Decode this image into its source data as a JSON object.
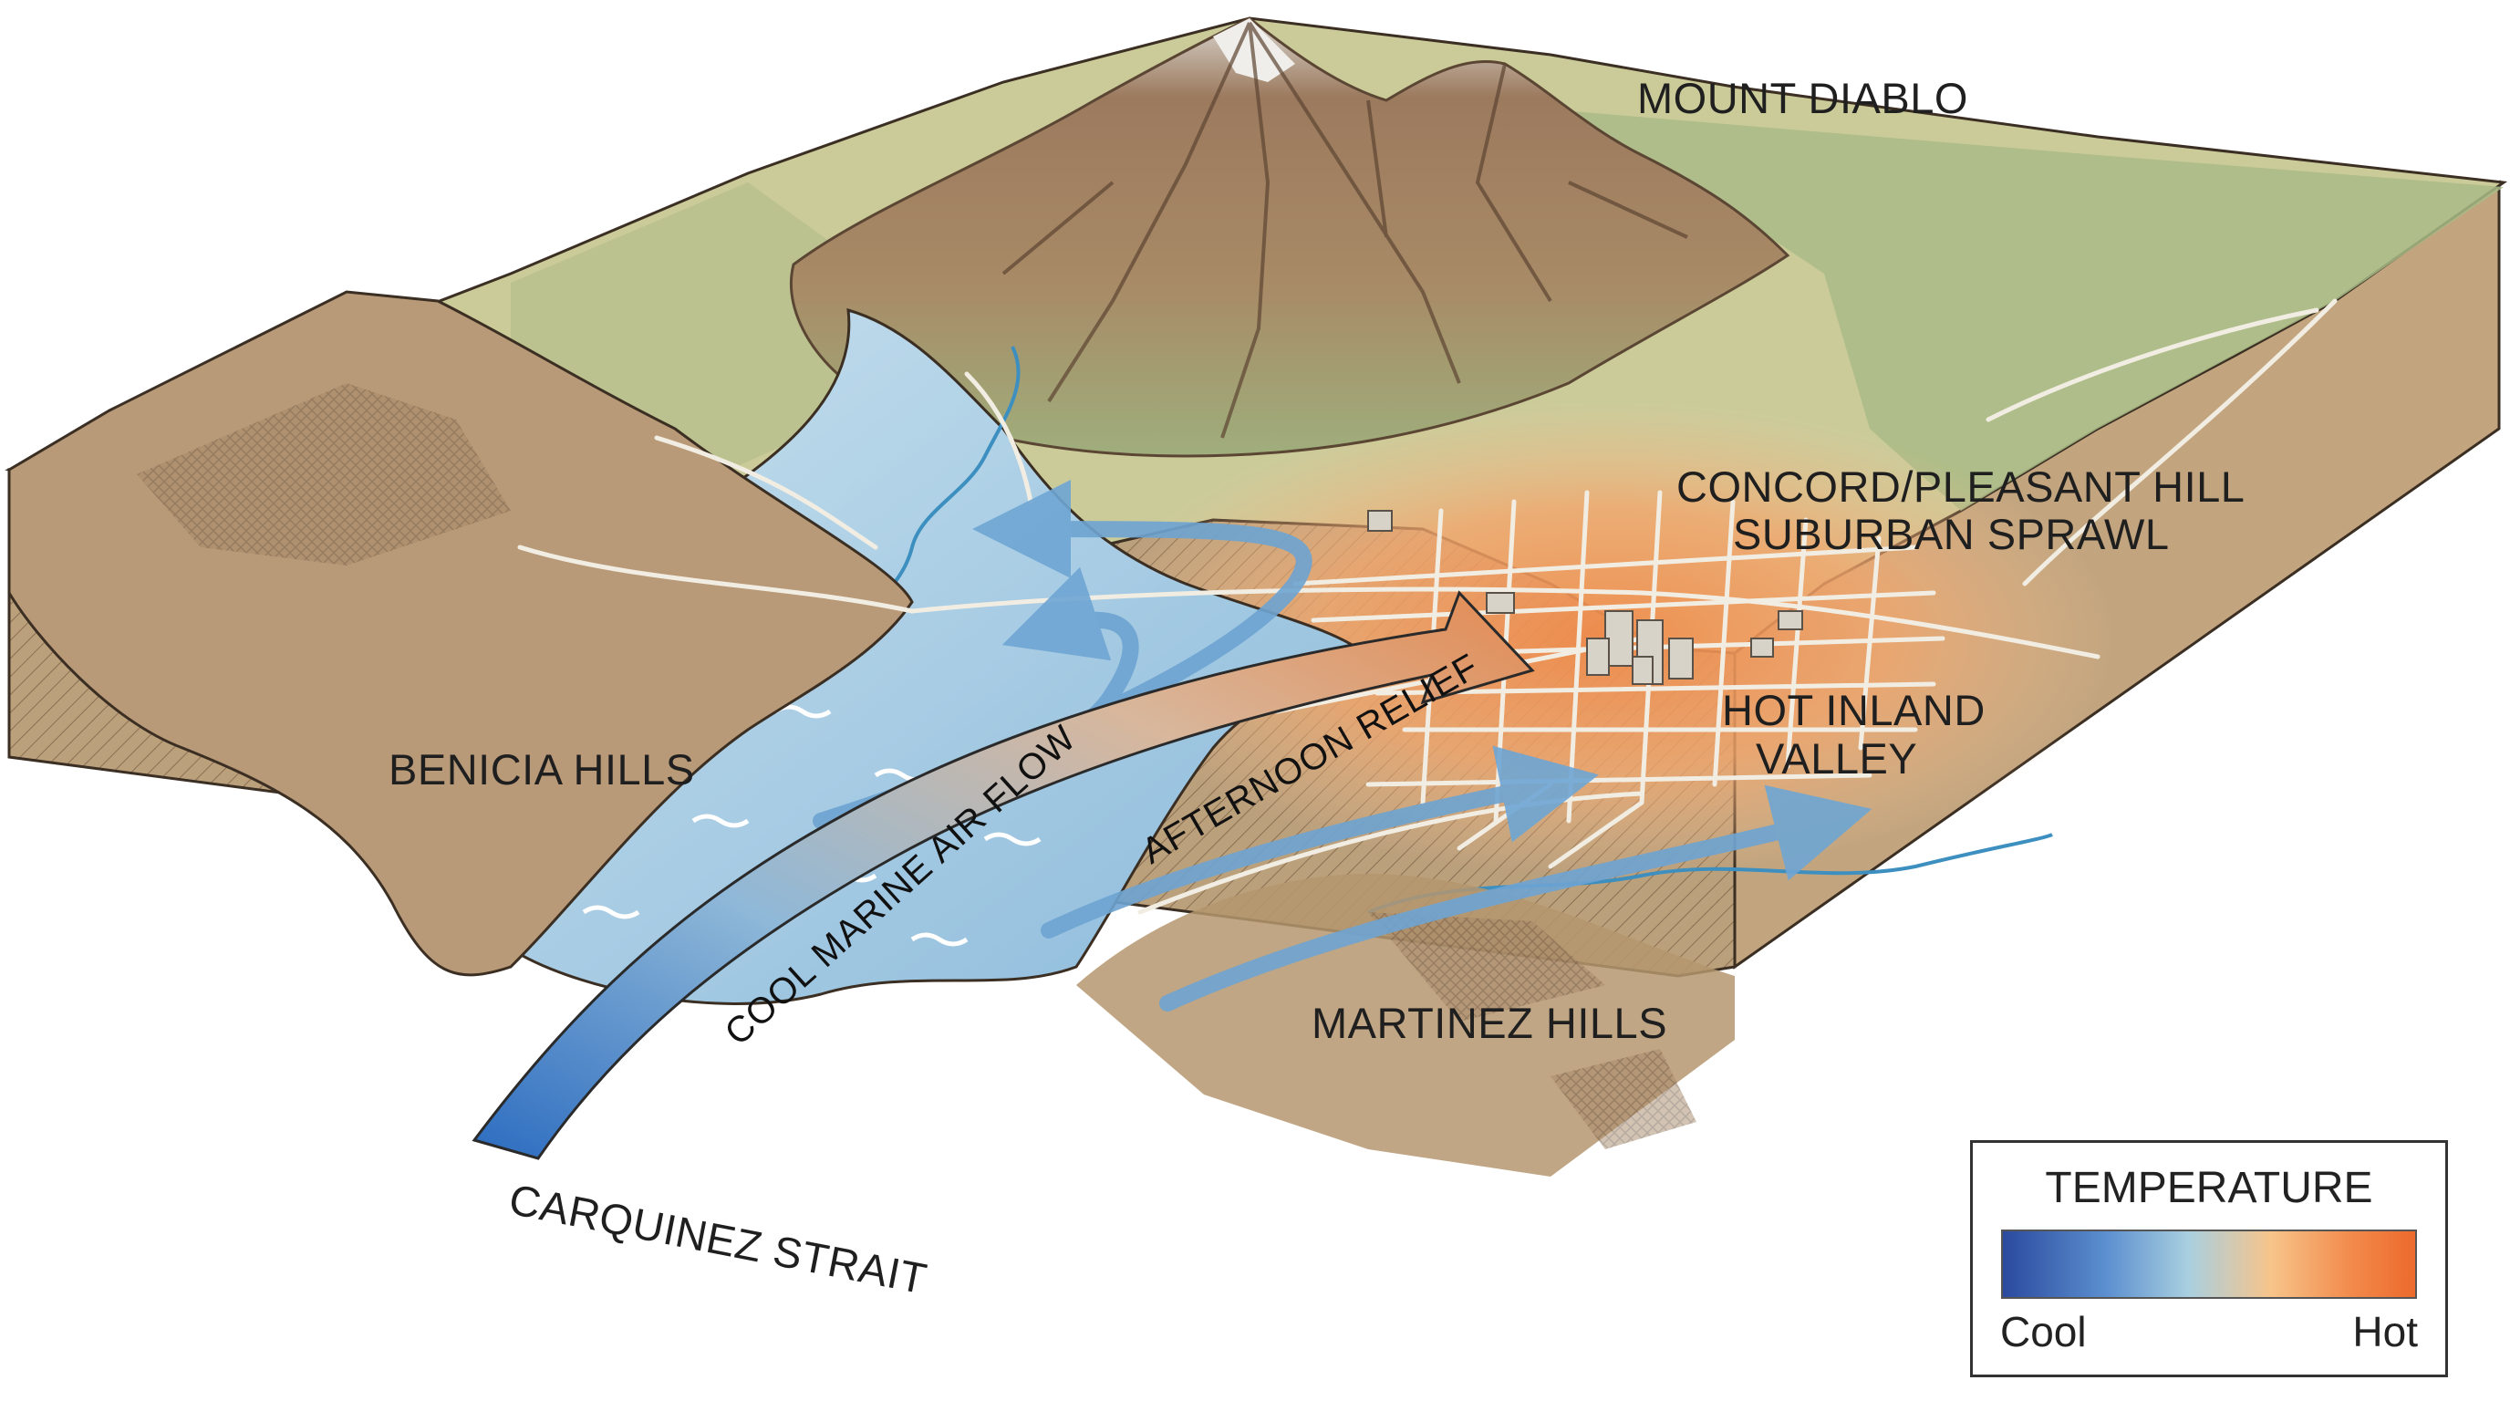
{
  "labels": {
    "mount_diablo": "MOUNT DIABLO",
    "concord_line1": "CONCORD/PLEASANT HILL",
    "concord_line2": "SUBURBAN SPRAWL",
    "benicia_hills": "BENICIA HILLS",
    "hot_valley_line1": "HOT INLAND",
    "hot_valley_line2": "VALLEY",
    "martinez_hills": "MARTINEZ HILLS",
    "carquinez_strait": "CARQUINEZ STRAIT"
  },
  "flow": {
    "cool_marine": "COOL MARINE AIR FLOW",
    "afternoon_relief": "AFTERNOON RELIEF"
  },
  "legend": {
    "title": "TEMPERATURE",
    "cool": "Cool",
    "hot": "Hot"
  },
  "colors": {
    "cool": "#2b4a9e",
    "hot": "#ec6a2c",
    "water": "#a9cfe6",
    "land": "#cfcd9e",
    "soil": "#b9a17f"
  }
}
